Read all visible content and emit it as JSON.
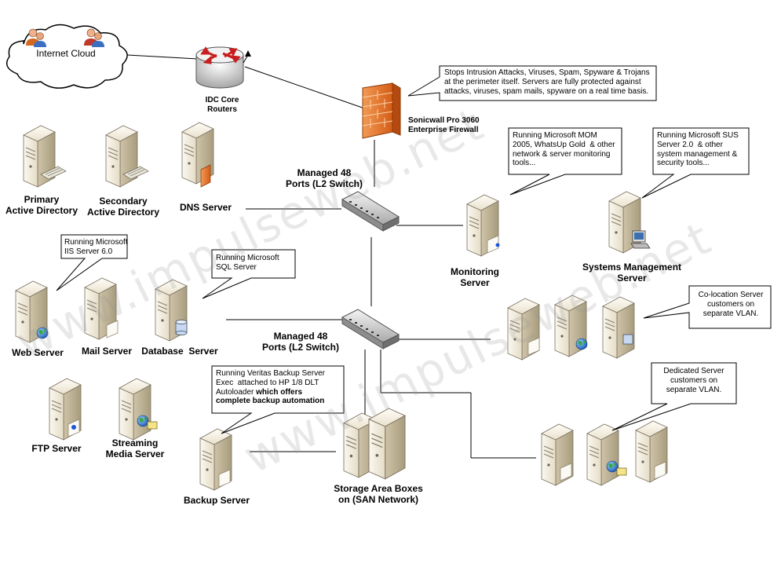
{
  "watermark": "www.impulseweb.net",
  "nodes": {
    "internet_cloud": "Internet Cloud",
    "idc_core_routers": "IDC Core\nRouters",
    "firewall": "Sonicwall Pro 3060\nEnterprise Firewall",
    "switch_top": "Managed 48\nPorts (L2 Switch)",
    "switch_mid": "Managed 48\nPorts (L2 Switch)",
    "primary_ad": "Primary\nActive Directory",
    "secondary_ad": "Secondary\nActive Directory",
    "dns_server": "DNS Server",
    "monitoring_server": "Monitoring\nServer",
    "systems_mgmt_server": "Systems Management\nServer",
    "web_server": "Web Server",
    "mail_server": "Mail Server",
    "database_server": "Database  Server",
    "ftp_server": "FTP Server",
    "streaming_server": "Streaming\nMedia Server",
    "backup_server": "Backup Server",
    "storage_area": "Storage Area Boxes\non (SAN Network)"
  },
  "callouts": {
    "firewall_note": "Stops Intrusion Attacks, Viruses, Spam, Spyware & Trojans\nat the perimeter itself. Servers are fully protected against\nattacks, viruses, spam mails, spyware on a real time basis.",
    "mom_note": "Running Microsoft MOM\n2005, WhatsUp Gold  & other\nnetwork & server monitoring\ntools...",
    "sus_note": "Running Microsoft SUS\nServer 2.0  & other\nsystem management &\nsecurity tools...",
    "iis_note": "Running Microsoft\nIIS Server 6.0",
    "sql_note": "Running Microsoft\nSQL Server",
    "backup_note_plain": "Running Veritas Backup Server\nExec  attached to HP 1/8 DLT\nAutoloader ",
    "backup_note_bold1": "which offers",
    "backup_note_bold2": "complete backup automation",
    "colo_note": "Co-location Server\ncustomers on\nseparate VLAN.",
    "dedicated_note": "Dedicated Server\ncustomers on\nseparate VLAN."
  },
  "colors": {
    "server_light": "#f3efe6",
    "server_dark": "#c9bfa5",
    "firewall": "#e8732a",
    "router": "#c81e1e",
    "globe": "#2a8a3a",
    "line": "#000000"
  }
}
